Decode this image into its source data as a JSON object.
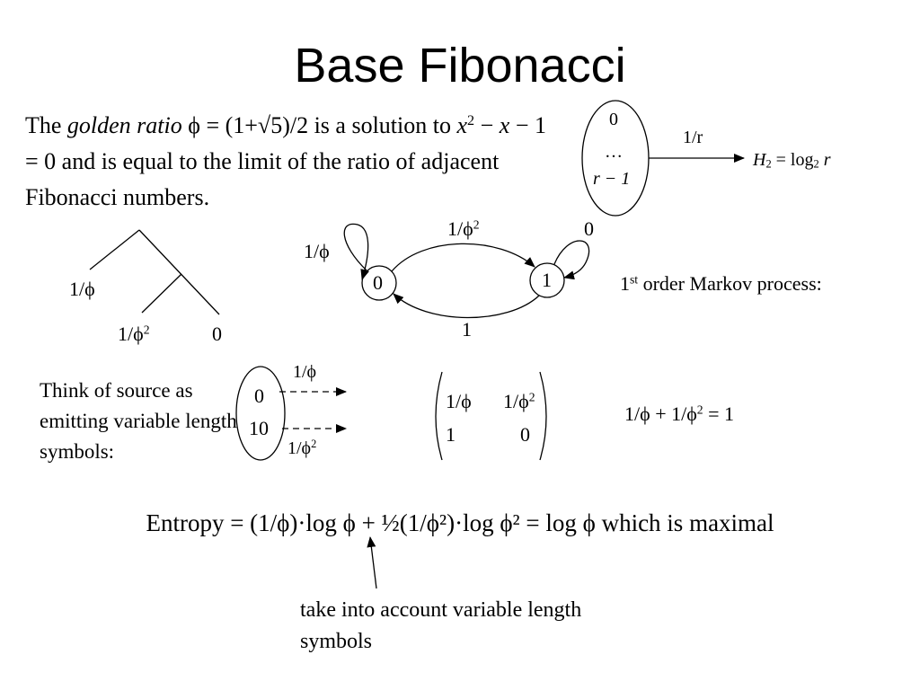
{
  "title": "Base Fibonacci",
  "intro": {
    "p1": "The ",
    "golden_ratio": "golden ratio",
    "p2": " ϕ = (1+√5)/2 is a solution to ",
    "x1": "x",
    "exp": "2",
    "p3": " − ",
    "x2": "x",
    "p4": " − 1 = 0 and is equal to the limit of the ratio of adjacent Fibonacci numbers."
  },
  "source_set": {
    "items": [
      "0",
      "…",
      "r − 1"
    ],
    "arrow_label": "1/r",
    "entropy_h": "H",
    "entropy_sub": "2",
    "entropy_eq": " = log",
    "entropy_log_sub": "2",
    "entropy_r": " r"
  },
  "tree": {
    "left_label": "1/ϕ",
    "bottom_left_base": "1/ϕ",
    "bottom_left_exp": "2",
    "bottom_right": "0"
  },
  "markov": {
    "state0": "0",
    "state1": "1",
    "self_loop_0": "1/ϕ",
    "edge_01_base": "1/ϕ",
    "edge_01_exp": "2",
    "self_loop_1": "0",
    "edge_10": "1",
    "caption_pre": "1",
    "caption_sup": "st",
    "caption_post": " order Markov process:"
  },
  "variable_length": {
    "text": "Think of source as emitting variable length symbols:",
    "symbols": [
      "0",
      "10"
    ],
    "prob_top": "1/ϕ",
    "prob_bottom_base": "1/ϕ",
    "prob_bottom_exp": "2"
  },
  "matrix": {
    "r1c1": "1/ϕ",
    "r1c2_base": "1/ϕ",
    "r1c2_exp": "2",
    "r2c1": "1",
    "r2c2": "0"
  },
  "sum_identity": {
    "left": "1/ϕ +  1/ϕ",
    "exp": "2",
    "right": " = 1"
  },
  "entropy": "Entropy = (1/ϕ)·log ϕ + ½(1/ϕ²)·log ϕ² = log ϕ which is maximal",
  "note": "take into account variable length symbols"
}
